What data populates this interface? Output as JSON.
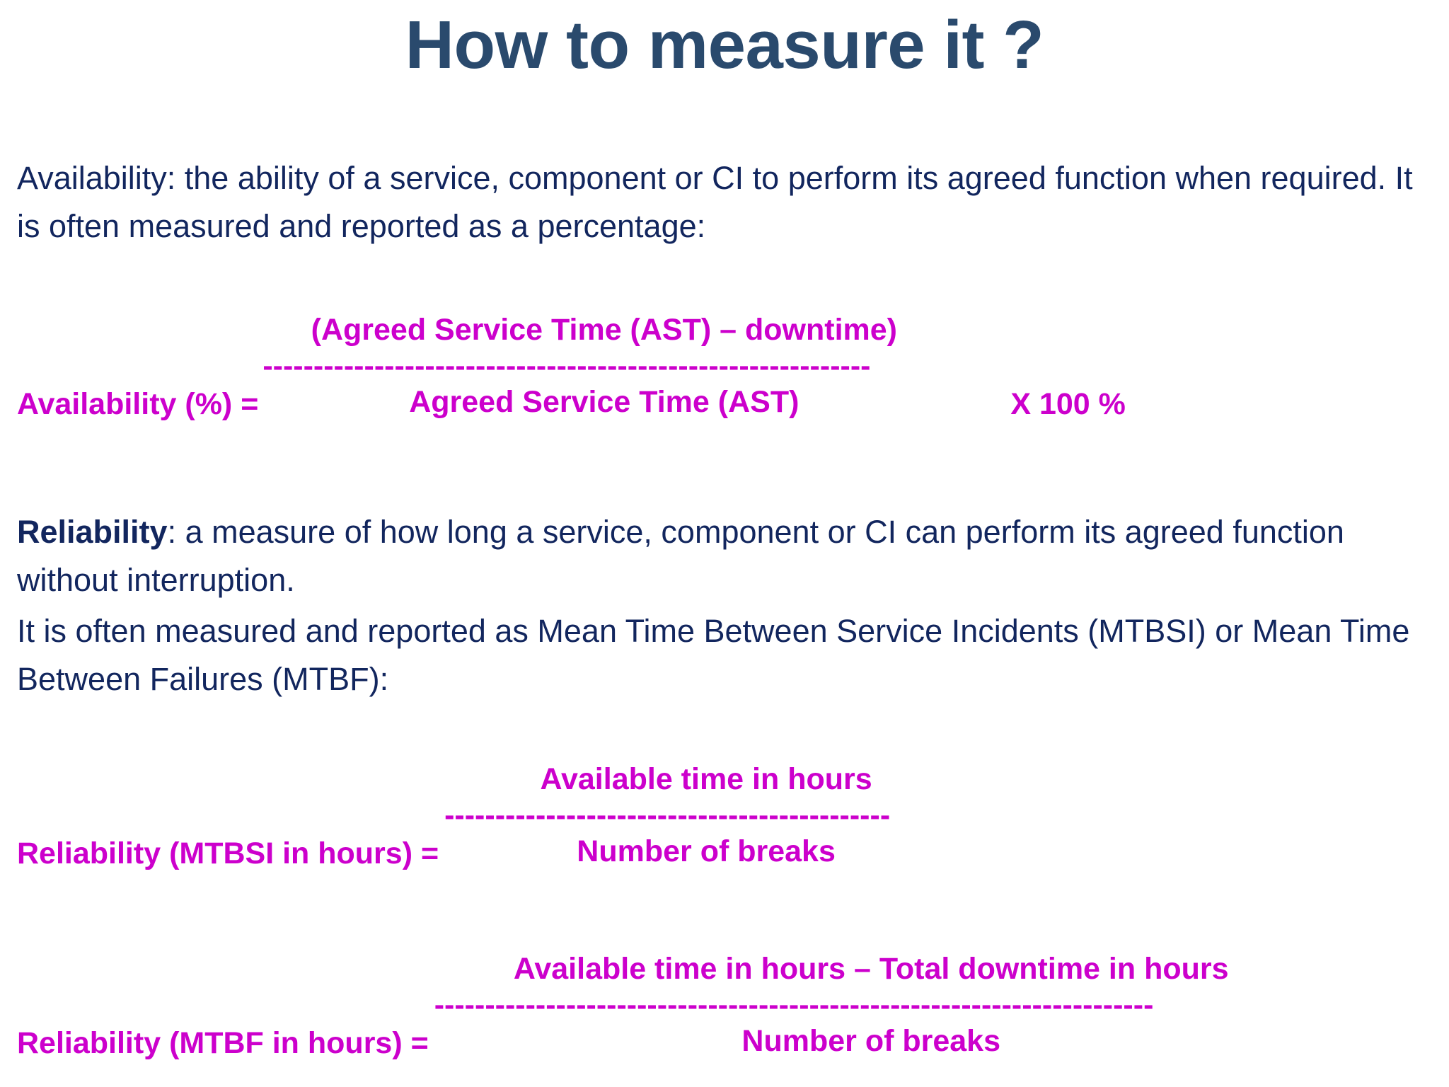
{
  "slide": {
    "title": "How to measure it ?",
    "background_color": "#ffffff",
    "title_color": "#2a4a6d",
    "body_color": "#12265e",
    "formula_color": "#cc00cc"
  },
  "availability": {
    "paragraph": "Availability: the ability of a service, component or CI to perform its agreed function when required. It is often measured and reported as a percentage:",
    "formula": {
      "label": "Availability (%) =",
      "numerator": "(Agreed Service Time (AST) – downtime)",
      "divider": "------------------------------------------------------------",
      "denominator": "Agreed Service Time (AST)",
      "multiplier": "X 100 %"
    }
  },
  "reliability": {
    "paragraph_lead": "Reliability",
    "paragraph_rest": ": a measure of how long a service, component or CI can perform its agreed function without interruption.",
    "paragraph_measured": "It is often measured and reported as Mean Time Between Service Incidents (MTBSI) or Mean Time Between Failures (MTBF):",
    "mtbsi_formula": {
      "label": "Reliability (MTBSI in hours) =",
      "numerator": "Available time in hours",
      "divider": "--------------------------------------------",
      "denominator": "Number of breaks"
    },
    "mtbf_formula": {
      "label": "Reliability (MTBF in hours) =",
      "numerator": "Available time in hours – Total downtime in hours",
      "divider": "-----------------------------------------------------------------------",
      "denominator": "Number of breaks"
    }
  }
}
